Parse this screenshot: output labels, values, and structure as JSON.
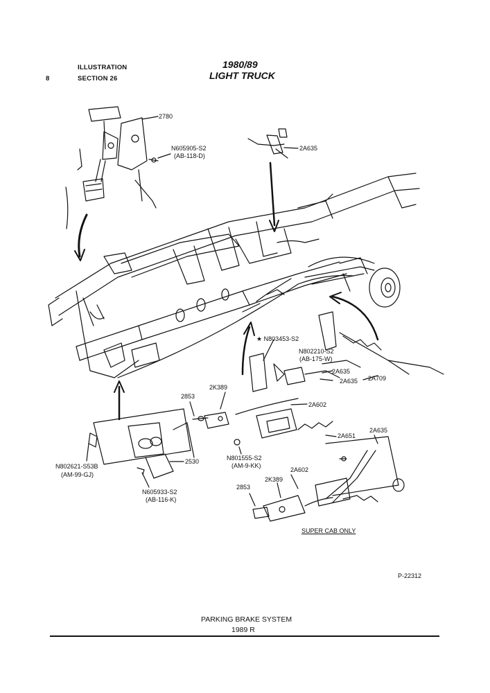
{
  "header": {
    "page_number": "8",
    "illustration": "ILLUSTRATION",
    "section": "SECTION 26",
    "year_range": "1980/89",
    "vehicle": "LIGHT TRUCK"
  },
  "callouts": {
    "c2780": "2780",
    "n605905": "N605905-S2",
    "ab118d": "(AB-118-D)",
    "c2a635_top": "2A635",
    "n803453": "★ N803453-S2",
    "n802210": "N802210-S2",
    "ab175w": "(AB-175-W)",
    "c2a635_a": "2A635",
    "c2a635_b": "2A635",
    "c2a709": "2A709",
    "c2k389_a": "2K389",
    "c2853_a": "2853",
    "c2a602_a": "2A602",
    "c2a651": "2A651",
    "c2a635_c": "2A635",
    "n801555": "N801555-S2",
    "am9kk": "(AM-9-KK)",
    "c2a602_b": "2A602",
    "c2k389_b": "2K389",
    "c2853_b": "2853",
    "n802621": "N802621-S53B",
    "am99gj": "(AM-99-GJ)",
    "c2530": "2530",
    "n605933": "N605933-S2",
    "ab116k": "(AB-116-K)",
    "super_cab": "SUPER CAB ONLY"
  },
  "figure_number": "P-22312",
  "footer": {
    "title": "PARKING BRAKE SYSTEM",
    "code": "1989 R"
  }
}
